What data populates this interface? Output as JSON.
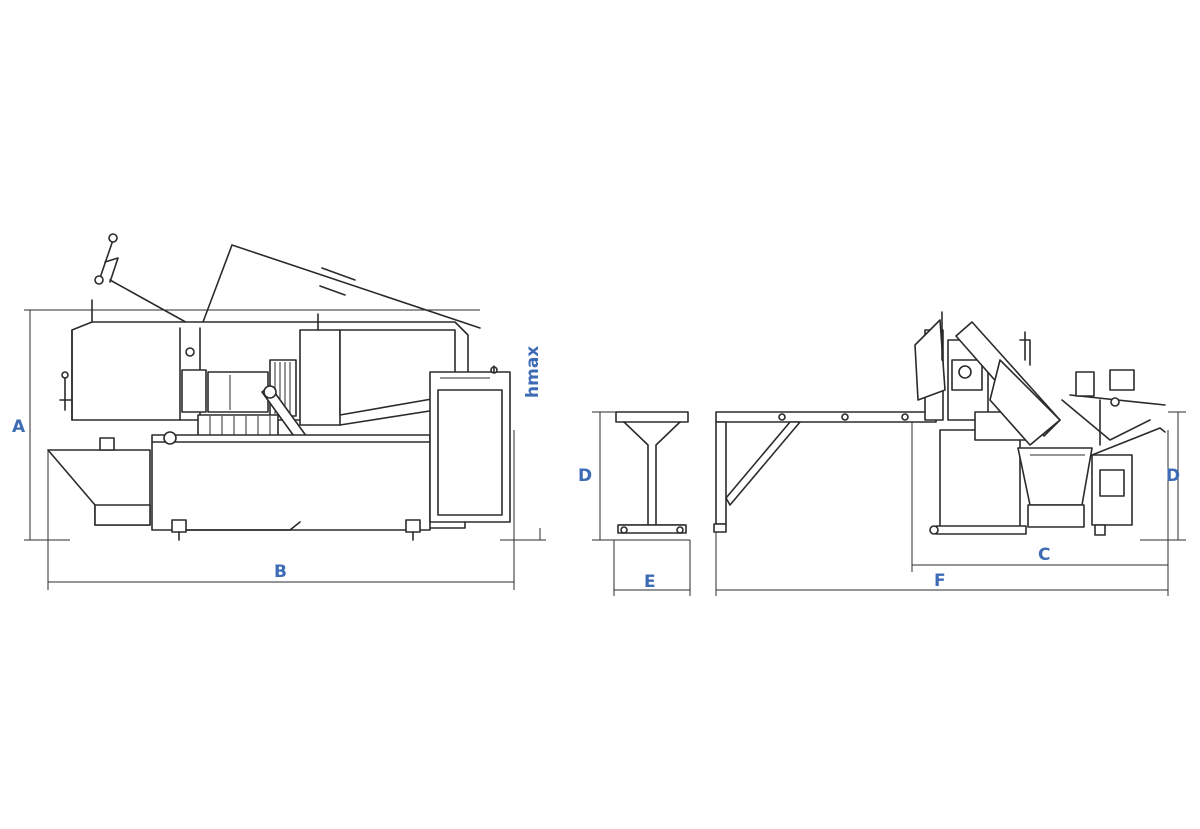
{
  "colors": {
    "label": "#3d6cb5",
    "line": "#2b2b2b",
    "background": "#ffffff"
  },
  "labels": {
    "A": "A",
    "B": "B",
    "hmax": "hmax",
    "D_left": "D",
    "E": "E",
    "F": "F",
    "C": "C",
    "D_right": "D"
  }
}
